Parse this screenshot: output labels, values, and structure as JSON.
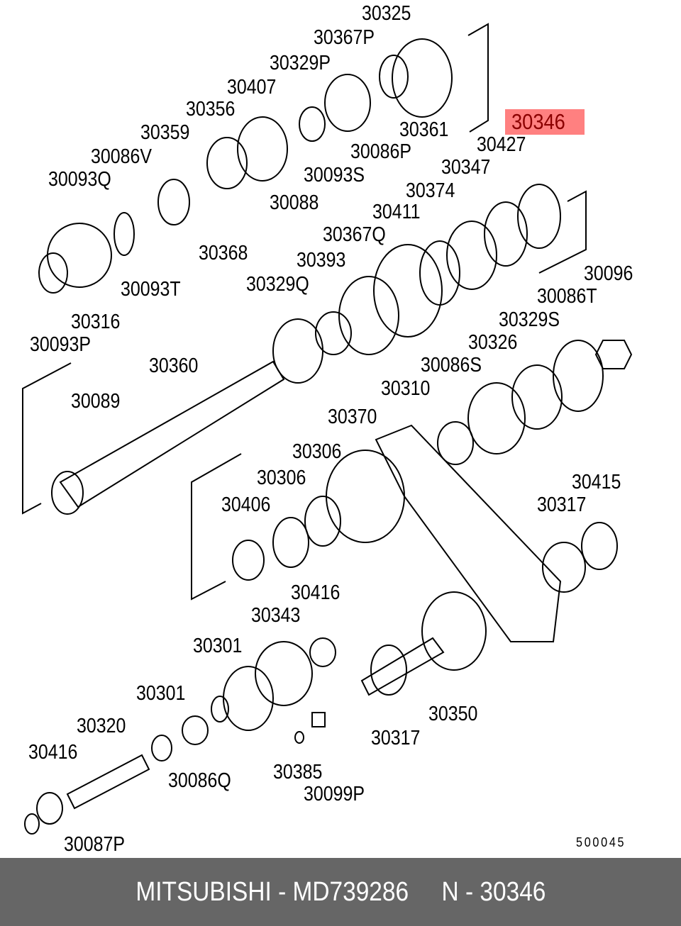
{
  "diagram": {
    "highlighted_part": "30346",
    "drawing_code": "500045",
    "part_labels": [
      "30325",
      "30367P",
      "30329P",
      "30407",
      "30356",
      "30359",
      "30086V",
      "30093Q",
      "30361",
      "30086P",
      "30093S",
      "30088",
      "30368",
      "30093T",
      "30316",
      "30093P",
      "30427",
      "30347",
      "30374",
      "30411",
      "30367Q",
      "30393",
      "30329Q",
      "30096",
      "30086T",
      "30329S",
      "30326",
      "30086S",
      "30310",
      "30360",
      "30089",
      "30370",
      "30306",
      "30306",
      "30406",
      "30415",
      "30317",
      "30416",
      "30343",
      "30301",
      "30301",
      "30320",
      "30416",
      "30086Q",
      "30385",
      "30099P",
      "30317",
      "30350",
      "30087P"
    ],
    "highlight_color": "#ff8080"
  },
  "footer": {
    "text": "MITSUBISHI - MD739286     N - 30346",
    "background": "#666666"
  }
}
